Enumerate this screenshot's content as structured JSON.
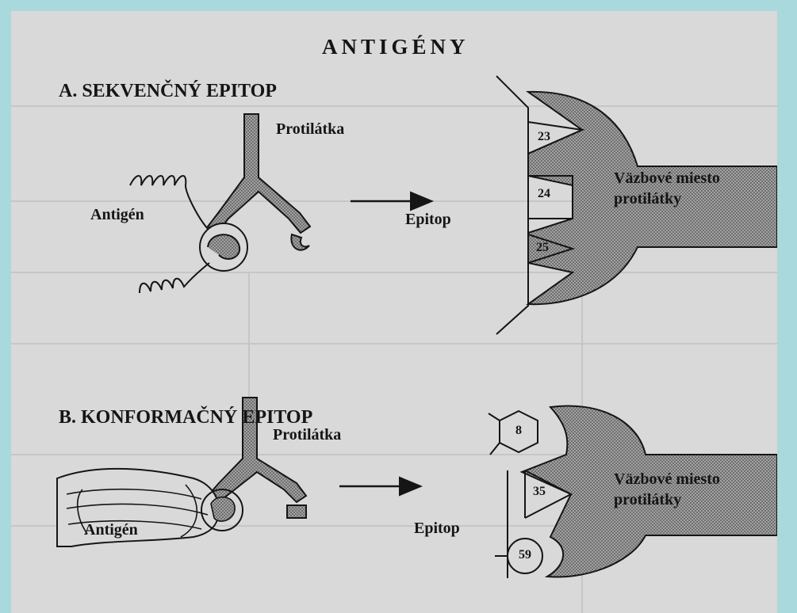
{
  "title": "ANTIGÉNY",
  "section_a": {
    "heading": "A. SEKVENČNÝ EPITOP",
    "antibody_label": "Protilátka",
    "antigen_label": "Antigén",
    "epitope_label": "Epitop",
    "binding_site_label_line1": "Väzbové miesto",
    "binding_site_label_line2": "protilátky",
    "residues": [
      "23",
      "24",
      "25"
    ]
  },
  "section_b": {
    "heading": "B. KONFORMAČNÝ EPITOP",
    "antibody_label": "Protilátka",
    "antigen_label": "Antigén",
    "epitope_label": "Epitop",
    "binding_site_label_line1": "Väzbové miesto",
    "binding_site_label_line2": "protilátky",
    "residues": [
      "8",
      "35",
      "59"
    ]
  },
  "colors": {
    "frame_border": "#a9d8dd",
    "page": "#d9d9d9",
    "ink": "#151515",
    "stipple": "#8a8a8a"
  }
}
